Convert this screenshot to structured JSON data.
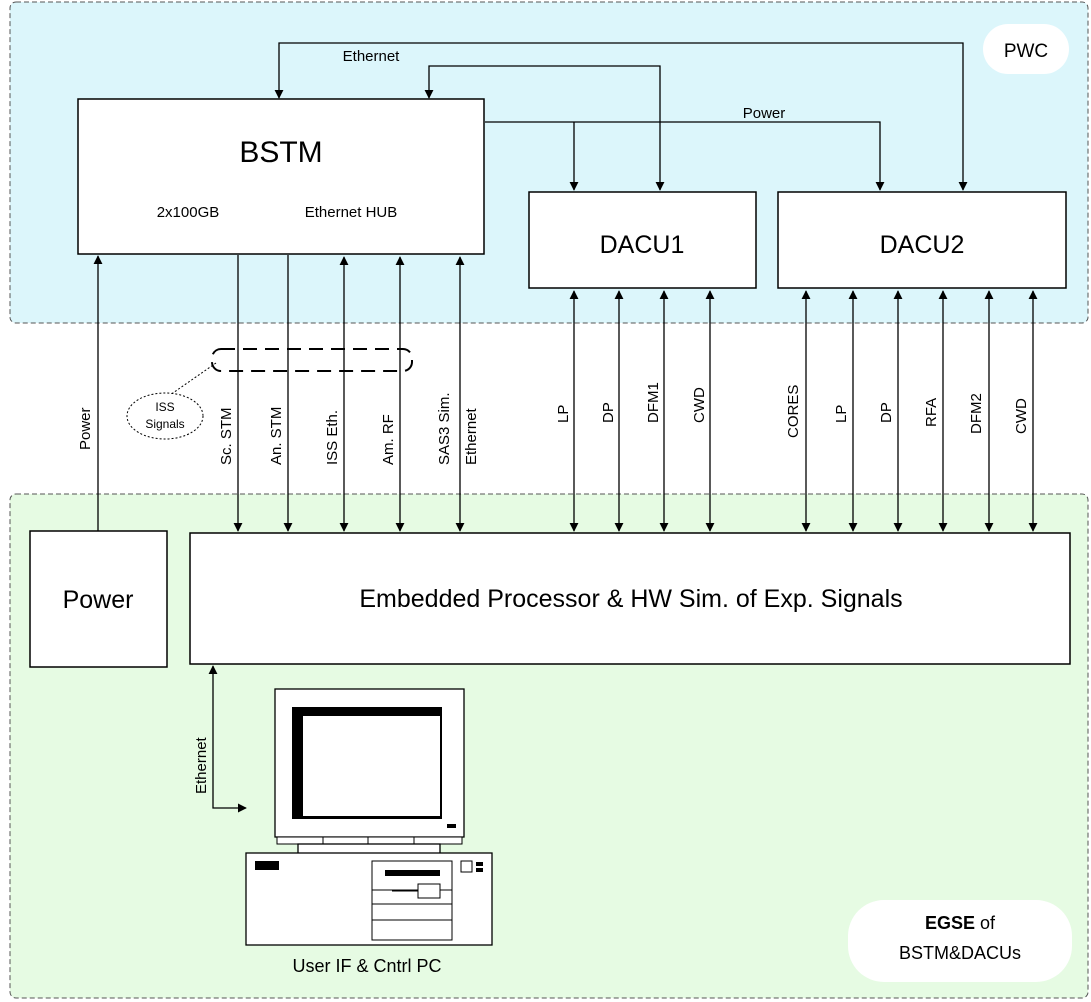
{
  "regions": {
    "pwc": {
      "label": "PWC",
      "fill": "#dcf6fb"
    },
    "egse": {
      "label_bold": "EGSE",
      "label_rest": " of",
      "label_line2": "BSTM&DACUs",
      "fill": "#e6fbe3"
    }
  },
  "blocks": {
    "bstm": {
      "title": "BSTM",
      "sub_left": "2x100GB",
      "sub_right": "Ethernet HUB"
    },
    "dacu1": {
      "title": "DACU1"
    },
    "dacu2": {
      "title": "DACU2"
    },
    "power": {
      "title": "Power"
    },
    "embedded": {
      "title": "Embedded Processor & HW Sim. of Exp. Signals"
    },
    "pc": {
      "caption": "User IF & Cntrl PC"
    }
  },
  "top_labels": {
    "ethernet": "Ethernet",
    "power": "Power"
  },
  "iss_note": {
    "line1": "ISS",
    "line2": "Signals"
  },
  "signals": {
    "power": "Power",
    "bstm": [
      "Sc. STM",
      "An. STM",
      "ISS Eth.",
      "Am. RF",
      "SAS3 Sim.",
      "Ethernet"
    ],
    "dacu1": [
      "LP",
      "DP",
      "DFM1",
      "CWD"
    ],
    "dacu2": [
      "CORES",
      "LP",
      "DP",
      "RFA",
      "DFM2",
      "CWD"
    ],
    "pc_link": "Ethernet"
  }
}
